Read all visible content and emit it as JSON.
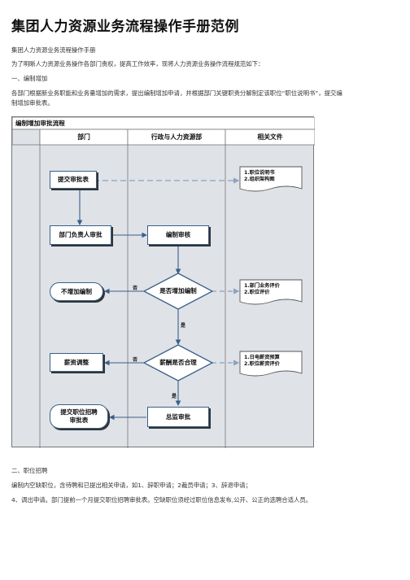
{
  "title": "集团人力资源业务流程操作手册范例",
  "subtitle": "集团人力资源业务流程操作手册",
  "intro": "为了明晰人力资源业务操作各部门责权，提高工作效率，现将人力资源业务操作流程规范如下：",
  "section1": {
    "heading": "一、编制增加",
    "body_line1": "各部门根据新业务职能和业务量增加的需求，提出编制增加申请，并根据部门关键职责分解制定该职位“职位说明书”，提交编",
    "body_line2": "制增加审批表。"
  },
  "flowchart": {
    "title": "编制增加审批流程",
    "columns": [
      "部门",
      "行政与人力资源部",
      "相关文件"
    ],
    "nodes": {
      "submit": "提交审批表",
      "dept_review": "部门负责人审批",
      "staff_review": "编制审核",
      "decision1": "是否增加编制",
      "no_increase": "不增加编制",
      "decision2": "薪酬是否合理",
      "salary_adjust": "薪资调整",
      "director": "总监审批",
      "recruit_line1": "提交职位招聘",
      "recruit_line2": "审批表"
    },
    "labels": {
      "no1": "否",
      "yes1": "是",
      "no2": "否",
      "yes2": "是"
    },
    "docs": [
      [
        "1.职位说明书",
        "2.组织架构图"
      ],
      [
        "1.部门业务评价",
        "2.职位评价"
      ],
      [
        "1.日电薪资预算",
        "2.职位薪资评价"
      ]
    ],
    "colors": {
      "border": "#3a5f8a",
      "header": "#ffffff",
      "background": "#dfe2e6",
      "dashed": "#8aa3bf"
    }
  },
  "section2": {
    "heading": "二、职位招聘",
    "body_line1": "编制内空缺职位，含待聘和已提出相关申请，如1、辞职申请；2裁员申请；3、辞退申请；",
    "body_line2": "4、调出申请。部门提前一个月提交职位招聘审批表。空缺职位须经过职位信息发布,公开、公正的选聘合适人员。"
  }
}
